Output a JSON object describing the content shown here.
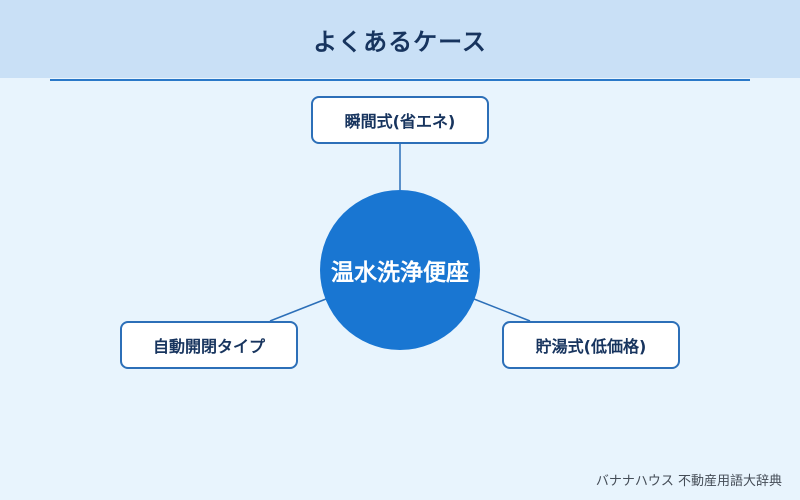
{
  "header": {
    "title": "よくあるケース"
  },
  "center": {
    "label": "温水洗浄便座"
  },
  "nodes": [
    {
      "label": "瞬間式(省エネ)"
    },
    {
      "label": "自動開閉タイプ"
    },
    {
      "label": "貯湯式(低価格)"
    }
  ],
  "credit": "バナナハウス 不動産用語大辞典",
  "colors": {
    "background": "#e8f4fd",
    "header": "#c9e0f6",
    "accent": "#1976d2",
    "border": "#2c6fb8",
    "text": "#17345e"
  }
}
